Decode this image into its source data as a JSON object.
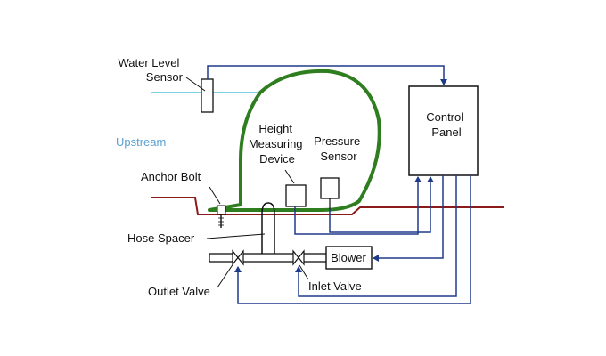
{
  "labels": {
    "water_level_sensor": [
      "Water Level",
      "Sensor"
    ],
    "upstream": "Upstream",
    "anchor_bolt": "Anchor Bolt",
    "height_measuring_device": [
      "Height",
      "Measuring",
      "Device"
    ],
    "pressure_sensor": [
      "Pressure",
      "Sensor"
    ],
    "control_panel": [
      "Control",
      "Panel"
    ],
    "hose_spacer": "Hose Spacer",
    "blower": "Blower",
    "outlet_valve": "Outlet Valve",
    "inlet_valve": "Inlet Valve"
  },
  "colors": {
    "dam_body": "#2e7d1f",
    "ground": "#8b1a1a",
    "signal_line": "#1f3a8a",
    "water_surface": "#5bc0de",
    "upstream_text": "#5aa0d0",
    "outline": "#111111"
  }
}
